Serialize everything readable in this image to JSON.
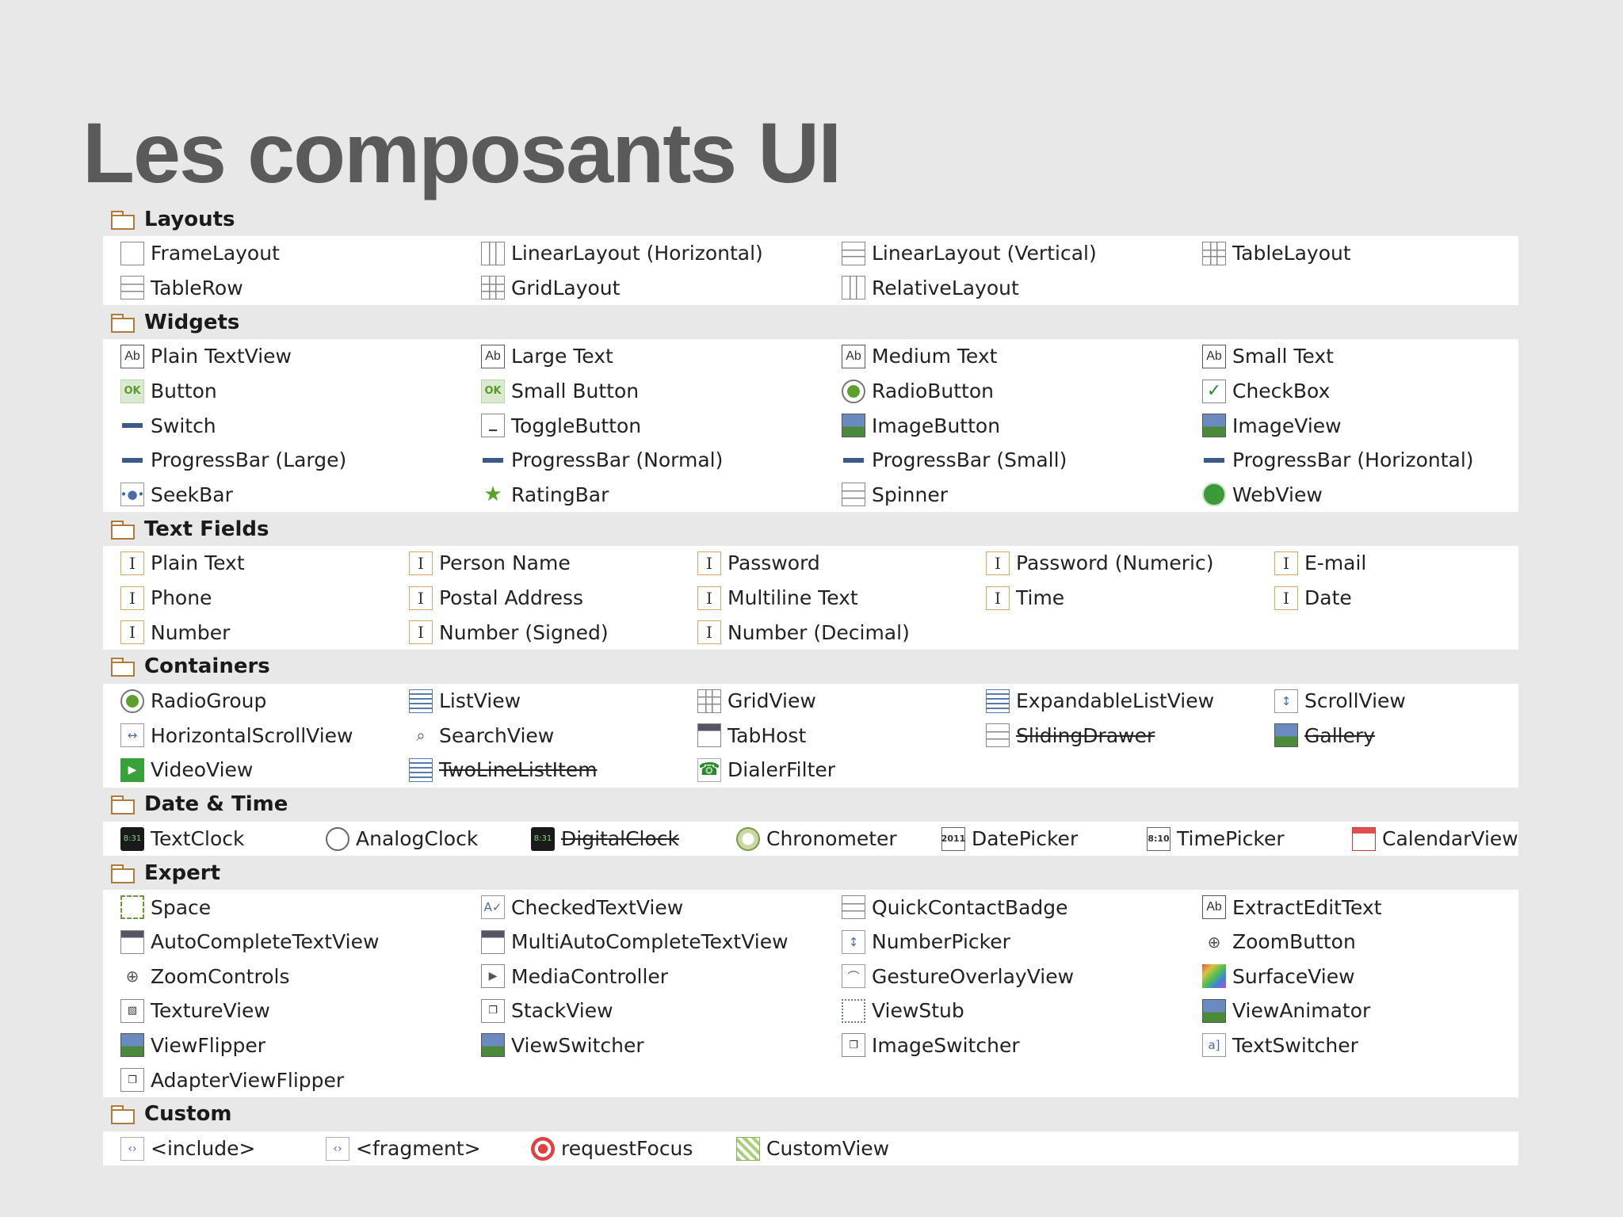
{
  "title": "Les composants UI",
  "categories": [
    {
      "name": "Layouts",
      "cols": 4,
      "items": [
        {
          "label": "FrameLayout",
          "icon": "frame-layout-icon",
          "deprecated": false
        },
        {
          "label": "LinearLayout (Horizontal)",
          "icon": "linear-layout-horizontal-icon",
          "deprecated": false
        },
        {
          "label": "LinearLayout (Vertical)",
          "icon": "linear-layout-vertical-icon",
          "deprecated": false
        },
        {
          "label": "TableLayout",
          "icon": "table-layout-icon",
          "deprecated": false
        },
        {
          "label": "TableRow",
          "icon": "table-row-icon",
          "deprecated": false
        },
        {
          "label": "GridLayout",
          "icon": "grid-layout-icon",
          "deprecated": false
        },
        {
          "label": "RelativeLayout",
          "icon": "relative-layout-icon",
          "deprecated": false
        }
      ]
    },
    {
      "name": "Widgets",
      "cols": 4,
      "items": [
        {
          "label": "Plain TextView",
          "icon": "text-view-icon",
          "deprecated": false
        },
        {
          "label": "Large Text",
          "icon": "text-view-icon",
          "deprecated": false
        },
        {
          "label": "Medium Text",
          "icon": "text-view-icon",
          "deprecated": false
        },
        {
          "label": "Small Text",
          "icon": "text-view-icon",
          "deprecated": false
        },
        {
          "label": "Button",
          "icon": "ok-button-icon",
          "deprecated": false
        },
        {
          "label": "Small Button",
          "icon": "ok-button-icon",
          "deprecated": false
        },
        {
          "label": "RadioButton",
          "icon": "radio-button-icon",
          "deprecated": false
        },
        {
          "label": "CheckBox",
          "icon": "checkbox-icon",
          "deprecated": false
        },
        {
          "label": "Switch",
          "icon": "switch-icon",
          "deprecated": false
        },
        {
          "label": "ToggleButton",
          "icon": "toggle-button-icon",
          "deprecated": false
        },
        {
          "label": "ImageButton",
          "icon": "image-button-icon",
          "deprecated": false
        },
        {
          "label": "ImageView",
          "icon": "image-view-icon",
          "deprecated": false
        },
        {
          "label": "ProgressBar (Large)",
          "icon": "progress-bar-icon",
          "deprecated": false
        },
        {
          "label": "ProgressBar (Normal)",
          "icon": "progress-bar-icon",
          "deprecated": false
        },
        {
          "label": "ProgressBar (Small)",
          "icon": "progress-bar-icon",
          "deprecated": false
        },
        {
          "label": "ProgressBar (Horizontal)",
          "icon": "progress-bar-icon",
          "deprecated": false
        },
        {
          "label": "SeekBar",
          "icon": "seek-bar-icon",
          "deprecated": false
        },
        {
          "label": "RatingBar",
          "icon": "star-icon",
          "deprecated": false
        },
        {
          "label": "Spinner",
          "icon": "spinner-icon",
          "deprecated": false
        },
        {
          "label": "WebView",
          "icon": "globe-icon",
          "deprecated": false
        }
      ]
    },
    {
      "name": "Text Fields",
      "cols": 5,
      "items": [
        {
          "label": "Plain Text",
          "icon": "text-field-icon",
          "deprecated": false
        },
        {
          "label": "Person Name",
          "icon": "text-field-icon",
          "deprecated": false
        },
        {
          "label": "Password",
          "icon": "text-field-icon",
          "deprecated": false
        },
        {
          "label": "Password (Numeric)",
          "icon": "text-field-icon",
          "deprecated": false
        },
        {
          "label": "E-mail",
          "icon": "text-field-icon",
          "deprecated": false
        },
        {
          "label": "Phone",
          "icon": "text-field-icon",
          "deprecated": false
        },
        {
          "label": "Postal Address",
          "icon": "text-field-icon",
          "deprecated": false
        },
        {
          "label": "Multiline Text",
          "icon": "text-field-icon",
          "deprecated": false
        },
        {
          "label": "Time",
          "icon": "text-field-icon",
          "deprecated": false
        },
        {
          "label": "Date",
          "icon": "text-field-icon",
          "deprecated": false
        },
        {
          "label": "Number",
          "icon": "text-field-icon",
          "deprecated": false
        },
        {
          "label": "Number (Signed)",
          "icon": "text-field-icon",
          "deprecated": false
        },
        {
          "label": "Number (Decimal)",
          "icon": "text-field-icon",
          "deprecated": false
        }
      ]
    },
    {
      "name": "Containers",
      "cols": 5,
      "items": [
        {
          "label": "RadioGroup",
          "icon": "radio-group-icon",
          "deprecated": false
        },
        {
          "label": "ListView",
          "icon": "list-view-icon",
          "deprecated": false
        },
        {
          "label": "GridView",
          "icon": "grid-view-icon",
          "deprecated": false
        },
        {
          "label": "ExpandableListView",
          "icon": "expandable-list-icon",
          "deprecated": false
        },
        {
          "label": "ScrollView",
          "icon": "scroll-view-icon",
          "deprecated": false
        },
        {
          "label": "HorizontalScrollView",
          "icon": "horizontal-scroll-icon",
          "deprecated": false
        },
        {
          "label": "SearchView",
          "icon": "search-icon",
          "deprecated": false
        },
        {
          "label": "TabHost",
          "icon": "tab-host-icon",
          "deprecated": false
        },
        {
          "label": "SlidingDrawer",
          "icon": "sliding-drawer-icon",
          "deprecated": true
        },
        {
          "label": "Gallery",
          "icon": "gallery-icon",
          "deprecated": true
        },
        {
          "label": "VideoView",
          "icon": "video-play-icon",
          "deprecated": false
        },
        {
          "label": "TwoLineListItem",
          "icon": "two-line-list-icon",
          "deprecated": true
        },
        {
          "label": "DialerFilter",
          "icon": "phone-icon",
          "deprecated": false
        }
      ]
    },
    {
      "name": "Date & Time",
      "cols": 7,
      "items": [
        {
          "label": "TextClock",
          "icon": "digital-clock-icon",
          "deprecated": false
        },
        {
          "label": "AnalogClock",
          "icon": "analog-clock-icon",
          "deprecated": false
        },
        {
          "label": "DigitalClock",
          "icon": "digital-clock-icon",
          "deprecated": true
        },
        {
          "label": "Chronometer",
          "icon": "chronometer-icon",
          "deprecated": false
        },
        {
          "label": "DatePicker",
          "icon": "date-picker-icon",
          "deprecated": false
        },
        {
          "label": "TimePicker",
          "icon": "time-picker-icon",
          "deprecated": false
        },
        {
          "label": "CalendarView",
          "icon": "calendar-icon",
          "deprecated": false
        }
      ]
    },
    {
      "name": "Expert",
      "cols": 4,
      "items": [
        {
          "label": "Space",
          "icon": "space-icon",
          "deprecated": false
        },
        {
          "label": "CheckedTextView",
          "icon": "checked-text-view-icon",
          "deprecated": false
        },
        {
          "label": "QuickContactBadge",
          "icon": "contact-badge-icon",
          "deprecated": false
        },
        {
          "label": "ExtractEditText",
          "icon": "text-view-icon",
          "deprecated": false
        },
        {
          "label": "AutoCompleteTextView",
          "icon": "autocomplete-icon",
          "deprecated": false
        },
        {
          "label": "MultiAutoCompleteTextView",
          "icon": "autocomplete-icon",
          "deprecated": false
        },
        {
          "label": "NumberPicker",
          "icon": "number-picker-icon",
          "deprecated": false
        },
        {
          "label": "ZoomButton",
          "icon": "zoom-icon",
          "deprecated": false
        },
        {
          "label": "ZoomControls",
          "icon": "zoom-icon",
          "deprecated": false
        },
        {
          "label": "MediaController",
          "icon": "media-play-icon",
          "deprecated": false
        },
        {
          "label": "GestureOverlayView",
          "icon": "gesture-icon",
          "deprecated": false
        },
        {
          "label": "SurfaceView",
          "icon": "surface-icon",
          "deprecated": false
        },
        {
          "label": "TextureView",
          "icon": "texture-icon",
          "deprecated": false
        },
        {
          "label": "StackView",
          "icon": "stack-icon",
          "deprecated": false
        },
        {
          "label": "ViewStub",
          "icon": "view-stub-icon",
          "deprecated": false
        },
        {
          "label": "ViewAnimator",
          "icon": "view-animator-icon",
          "deprecated": false
        },
        {
          "label": "ViewFlipper",
          "icon": "view-flipper-icon",
          "deprecated": false
        },
        {
          "label": "ViewSwitcher",
          "icon": "view-switcher-icon",
          "deprecated": false
        },
        {
          "label": "ImageSwitcher",
          "icon": "image-switcher-icon",
          "deprecated": false
        },
        {
          "label": "TextSwitcher",
          "icon": "text-switcher-icon",
          "deprecated": false
        },
        {
          "label": "AdapterViewFlipper",
          "icon": "adapter-flipper-icon",
          "deprecated": false
        }
      ]
    },
    {
      "name": "Custom",
      "cols": 7,
      "items": [
        {
          "label": "<include>",
          "icon": "include-icon",
          "deprecated": false
        },
        {
          "label": "<fragment>",
          "icon": "fragment-icon",
          "deprecated": false
        },
        {
          "label": "requestFocus",
          "icon": "focus-target-icon",
          "deprecated": false
        },
        {
          "label": "CustomView",
          "icon": "custom-view-icon",
          "deprecated": false
        }
      ]
    }
  ]
}
